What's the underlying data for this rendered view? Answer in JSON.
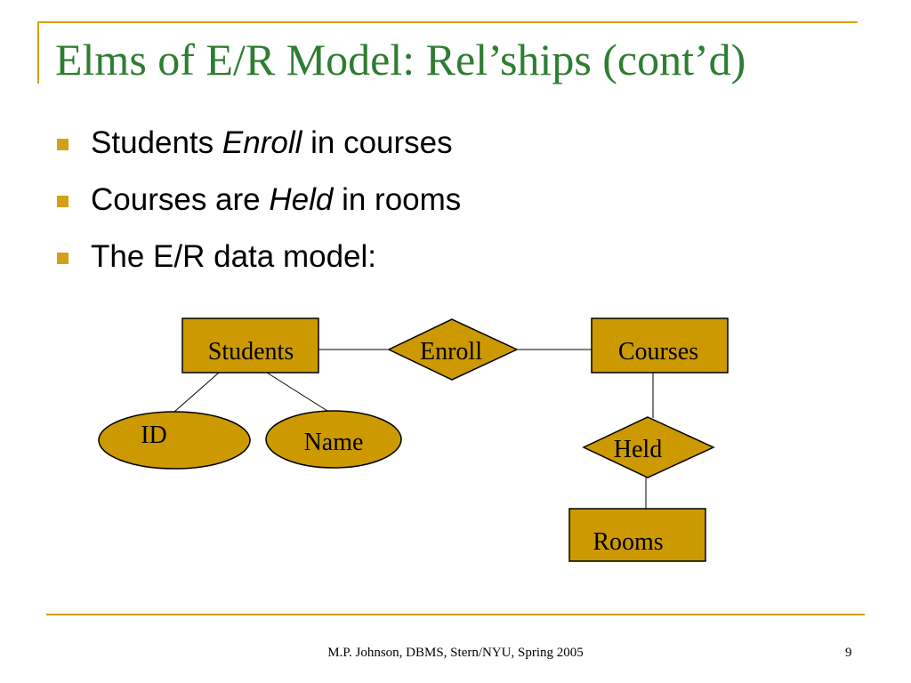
{
  "slide": {
    "title": "Elms of E/R Model: Rel’ships (cont’d)",
    "bullets": [
      {
        "before": "Students ",
        "emphasis": "Enroll",
        "after": " in courses"
      },
      {
        "before": "Courses are ",
        "emphasis": "Held",
        "after": " in rooms"
      },
      {
        "before": "The E/R data model:",
        "emphasis": "",
        "after": ""
      }
    ],
    "footer": "M.P. Johnson, DBMS, Stern/NYU, Spring 2005",
    "page_number": "9"
  },
  "diagram": {
    "entities": {
      "students": "Students",
      "courses": "Courses",
      "rooms": "Rooms"
    },
    "relationships": {
      "enroll": "Enroll",
      "held": "Held"
    },
    "attributes": {
      "id": "ID",
      "name": "Name"
    }
  },
  "colors": {
    "title": "#2e7d32",
    "accent": "#d4a017",
    "shape_fill": "#cc9900"
  }
}
